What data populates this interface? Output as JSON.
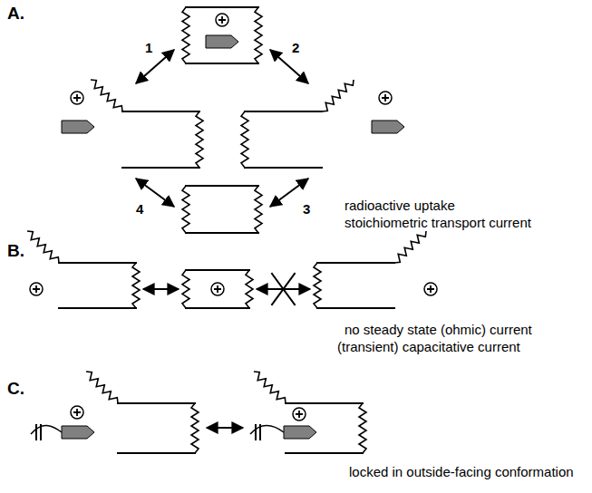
{
  "diagram": {
    "labels": [
      "A.",
      "1",
      "2",
      "4",
      "3",
      "radioactive uptake",
      "stoichiometric transport current",
      "B.",
      "no steady state (ohmic) current",
      "(transient) capacitative current",
      "C.",
      "locked in outside-facing conformation"
    ]
  }
}
